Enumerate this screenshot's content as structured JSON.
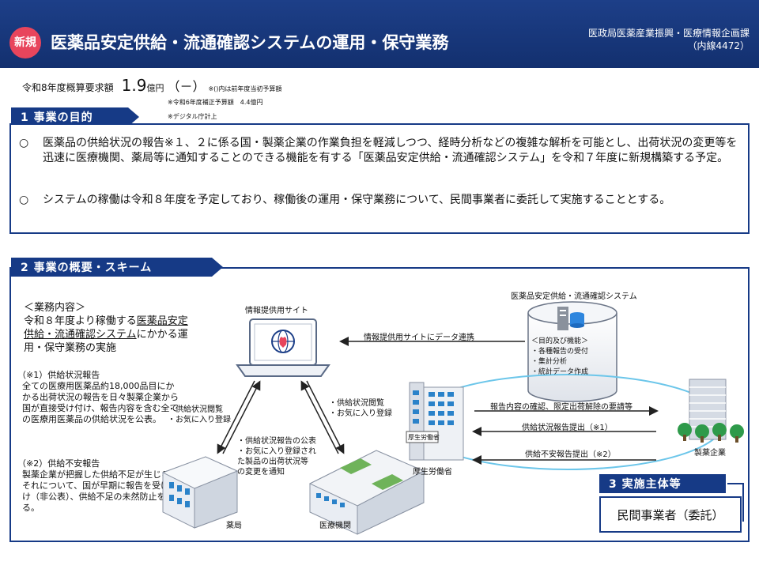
{
  "header": {
    "badge": "新規",
    "title": "医薬品安定供給・流通確認システムの運用・保守業務",
    "dept_line1": "医政局医薬産業振興・医療情報企画課",
    "dept_line2": "（内線4472）"
  },
  "budget": {
    "label": "令和8年度概算要求額",
    "amount": "1.9",
    "unit": "億円",
    "paren": "（－）",
    "note1": "※()内は前年度当初予算額",
    "note2": "※令和6年度補正予算額　4.4億円",
    "note3": "※デジタル庁計上"
  },
  "section1": {
    "title": "1 事業の目的",
    "items": [
      {
        "mark": "○",
        "text": "医薬品の供給状況の報告※１、２に係る国・製薬企業の作業負担を軽減しつつ、経時分析などの複雑な解析を可能とし、出荷状況の変更等を迅速に医療機関、薬局等に通知することのできる機能を有する「医薬品安定供給・流通確認システム」を令和７年度に新規構築する予定。"
      },
      {
        "mark": "○",
        "text": "システムの稼働は令和８年度を予定しており、稼働後の運用・保守業務について、民間事業者に委託して実施することとする。"
      }
    ]
  },
  "section2": {
    "title": "2 事業の概要・スキーム",
    "work_title": "＜業務内容＞",
    "work_pre": "令和８年度より稼働する",
    "work_ul": "医薬品安定供給・流通確認システム",
    "work_post": "にかかる運用・保守業務の実施",
    "note1_title": "（※1）供給状況報告",
    "note1_body": "全ての医療用医薬品約18,000品目にかかる出荷状況の報告を日々製薬企業から国が直接受け付け、報告内容を含む全ての医療用医薬品の供給状況を公表。",
    "note2_title": "（※2）供給不安報告",
    "note2_body": "製薬企業が把握した供給不足が生じるおそれについて、国が早期に報告を受け付け（非公表）、供給不足の未然防止を図る。"
  },
  "diagram": {
    "site_label": "情報提供用サイト",
    "system_label": "医薬品安定供給・流通確認システム",
    "link_label": "情報提供用サイトにデータ連携",
    "func_title": "＜目的及び機能＞",
    "func_items": [
      "・各種報告の受付",
      "・集計分析",
      "・統計データ作成"
    ],
    "left_arrow_label": [
      "・供給状況閲覧",
      "・お気に入り登録"
    ],
    "right_arrow_label": [
      "・供給状況閲覧",
      "・お気に入り登録"
    ],
    "center_label": [
      "・供給状況報告の公表",
      "・お気に入り登録され",
      "た製品の出荷状況等",
      "の変更を通知"
    ],
    "confirm_label": "報告内容の確認、限定出荷解除の要請等",
    "supply_report_label": "供給状況報告提出（※1）",
    "shortage_report_label": "供給不安報告提出（※2）",
    "ministry_sign": "厚生労働省",
    "ministry_label": "厚生労働省",
    "pharmacy_label": "薬局",
    "hospital_label": "医療機関",
    "company_label": "製薬企業"
  },
  "section3": {
    "title": "3 実施主体等",
    "body": "民間事業者（委託）"
  },
  "colors": {
    "navy": "#163a86",
    "badge": "#e8455c"
  }
}
